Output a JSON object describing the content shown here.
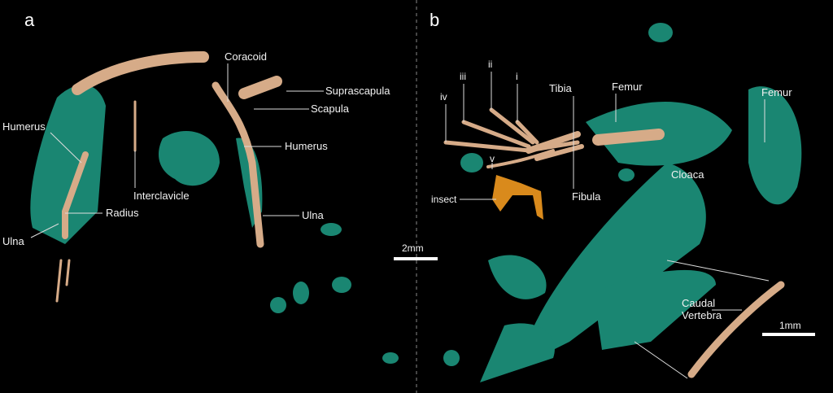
{
  "panels": {
    "a": "a",
    "b": "b"
  },
  "panel_a_labels": {
    "coracoid": "Coracoid",
    "suprascapula": "Suprascapula",
    "scapula": "Scapula",
    "humerus_right": "Humerus",
    "humerus_left": "Humerus",
    "interclavicle": "Interclavicle",
    "radius": "Radius",
    "ulna_left": "Ulna",
    "ulna_right": "Ulna"
  },
  "panel_b_labels": {
    "digit_iv": "iv",
    "digit_iii": "iii",
    "digit_ii": "ii",
    "digit_i": "i",
    "digit_v": "v",
    "tibia": "Tibia",
    "fibula": "Fibula",
    "femur_left": "Femur",
    "femur_right": "Femur",
    "insect": "insect",
    "cloaca": "Cloaca",
    "caudal_vertebra": "Caudal\nVertebra"
  },
  "scale_bars": {
    "a_b": "2mm",
    "inset": "1mm"
  },
  "colors": {
    "bone": "#d6ab88",
    "soft_tissue": "#1f9e86",
    "insect": "#d98a1c",
    "background": "#000000"
  }
}
